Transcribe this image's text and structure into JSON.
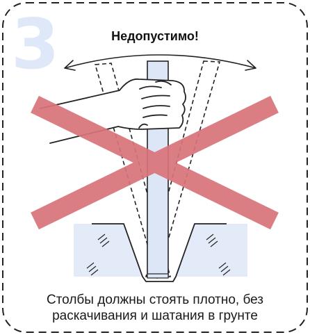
{
  "card": {
    "step_number": "3",
    "warning_title": "Недопустимо!",
    "caption_line1": "Столбы должны стоять плотно, без",
    "caption_line2": "раскачивания и шатания в грунте"
  },
  "icons": [
    "hand-icon",
    "prohibition-cross-icon",
    "swing-arrow-icon"
  ],
  "colors": {
    "border": "#222222",
    "step_number": "#dfe8f8",
    "ground_fill": "#e3eaf8",
    "cross": "#d9747a",
    "post_fill": "#dde6f7",
    "ink": "#1a1a1a"
  }
}
